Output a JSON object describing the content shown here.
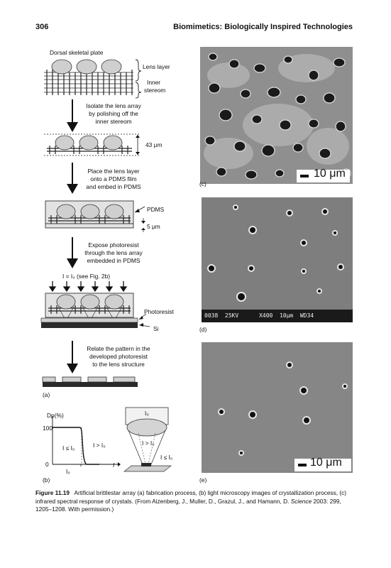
{
  "header": {
    "page_number": "306",
    "running_title": "Biomimetics: Biologically Inspired Technologies"
  },
  "fabrication": {
    "top_label": "Dorsal skeletal plate",
    "lens_layer": "Lens layer",
    "inner_stereom_1": "Inner",
    "inner_stereom_2": "stereom",
    "step1_l1": "Isolate the lens array",
    "step1_l2": "by polishing off the",
    "step1_l3": "inner stereom",
    "thickness": "43 μm",
    "step2_l1": "Place the lens layer",
    "step2_l2": "onto a PDMS film",
    "step2_l3": "and embed in PDMS",
    "pdms": "PDMS",
    "pdms_thickness": "5 μm",
    "step3_l1": "Expose photoresist",
    "step3_l2": "through the lens array",
    "step3_l3": "embedded in PDMS",
    "illum_label": "I = I₀ (see Fig. 2b)",
    "photoresist": "Photoresist",
    "si": "Si",
    "step4_l1": "Relate the pattern in the",
    "step4_l2": "developed photoresist",
    "step4_l3": "to the lens structure",
    "panel": "(a)"
  },
  "plot_b": {
    "ylabel": "Dp(%)",
    "y100": "100",
    "y0": "0",
    "x_axis": "I",
    "x_tick": "I₀",
    "left_region": "I ≤ I₀",
    "right_region": "I > I₀",
    "lens_top": "I₀",
    "lens_mid": "I > I₀",
    "lens_low": "I ≤ I₀",
    "panel": "(b)"
  },
  "micrographs": {
    "c": {
      "scale": "10 μm",
      "panel": "(c)"
    },
    "d": {
      "info": "0038  25KV      X400  10μm  WD34",
      "panel": "(d)"
    },
    "e": {
      "scale": "10 μm",
      "panel": "(e)"
    }
  },
  "caption": {
    "label": "Figure 11.19",
    "text": "Artificial brittlestar array (a) fabrication process, (b) light microscopy images of crystallization process, (c) infrared spectral response of crystals. (From Aizenberg, J., Muller, D., Grazul, J., and Hamann, D.",
    "journal": "Science",
    "citation": "2003: 299, 1205–1208. With permission.)"
  }
}
